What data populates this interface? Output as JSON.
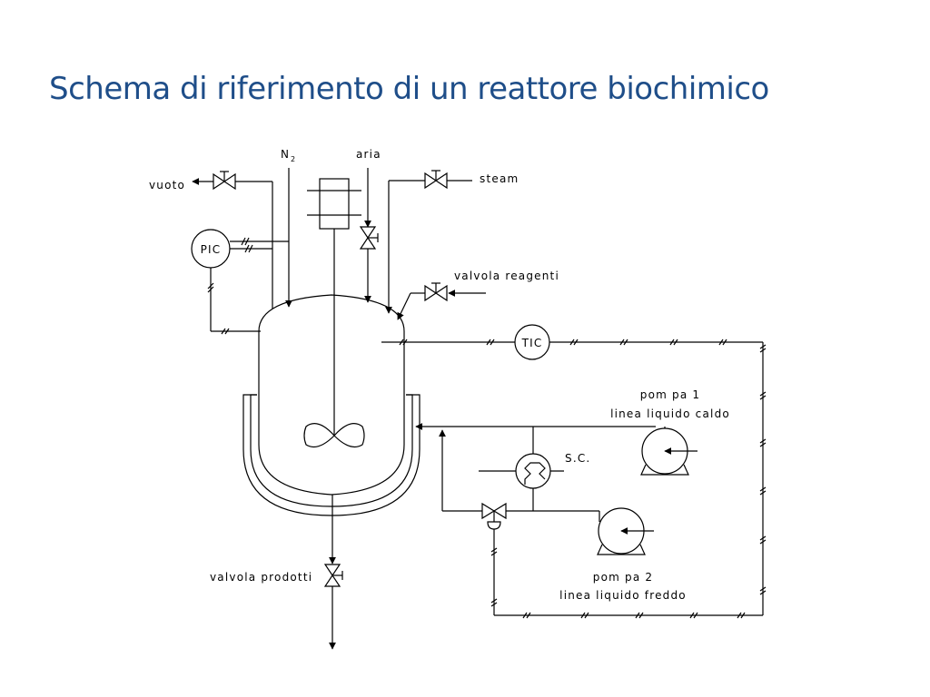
{
  "title": "Schema di riferimento di un reattore biochimico",
  "labels": {
    "n2": "N",
    "n2_sub": "2",
    "aria": "aria",
    "steam": "steam",
    "vuoto": "vuoto",
    "pic": "PIC",
    "valvola_reagenti": "valvola reagenti",
    "tic": "TIC",
    "pompa1": "pom pa 1",
    "linea_caldo": "linea liquido caldo",
    "sc": "S.C.",
    "pompa2": "pom pa 2",
    "linea_freddo": "linea liquido freddo",
    "valvola_prodotti": "valvola prodotti"
  }
}
